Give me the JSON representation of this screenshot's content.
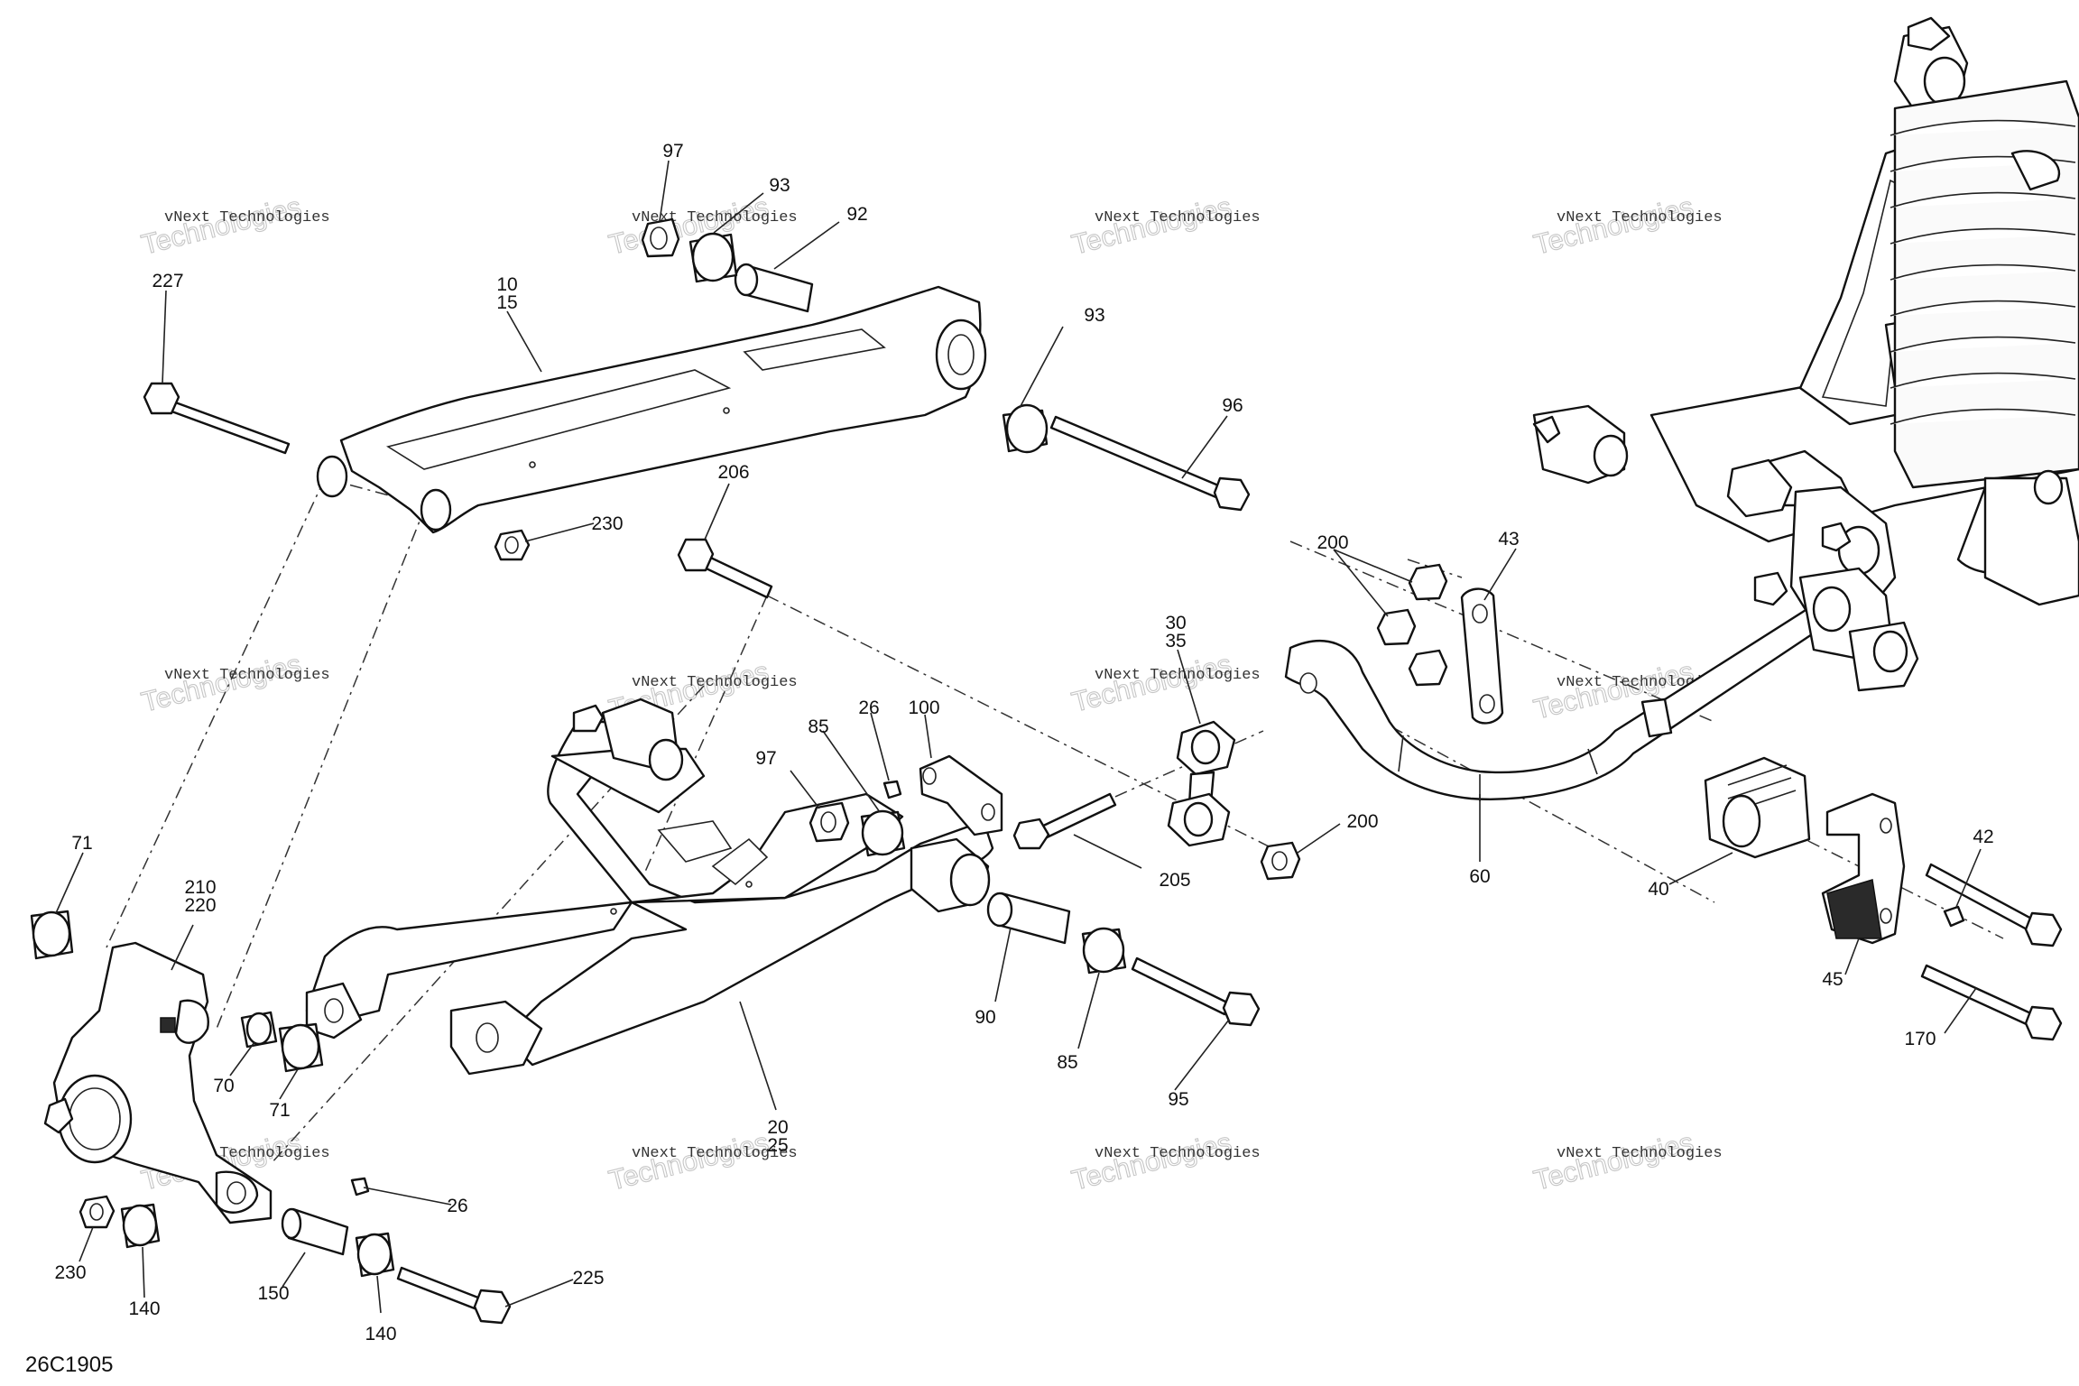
{
  "diagram_code": "26C1905",
  "watermark": {
    "line1": "vNext Technologies",
    "line2": "Technologies"
  },
  "callouts": {
    "c97_top": "97",
    "c93_top": "93",
    "c92": "92",
    "c227": "227",
    "c10": "10",
    "c15": "15",
    "c93_mid": "93",
    "c96": "96",
    "c230_top": "230",
    "c206": "206",
    "c200_top": "200",
    "c43": "43",
    "c30": "30",
    "c35": "35",
    "c26_mid": "26",
    "c100": "100",
    "c85_top": "85",
    "c97_mid": "97",
    "c200_right": "200",
    "c205": "205",
    "c60": "60",
    "c40": "40",
    "c42": "42",
    "c45": "45",
    "c170": "170",
    "c71_left": "71",
    "c210": "210",
    "c220": "220",
    "c70": "70",
    "c71_low": "71",
    "c90": "90",
    "c85_low": "85",
    "c95": "95",
    "c20": "20",
    "c25": "25",
    "c26_low": "26",
    "c225": "225",
    "c230_low": "230",
    "c140_a": "140",
    "c150": "150",
    "c140_b": "140"
  }
}
